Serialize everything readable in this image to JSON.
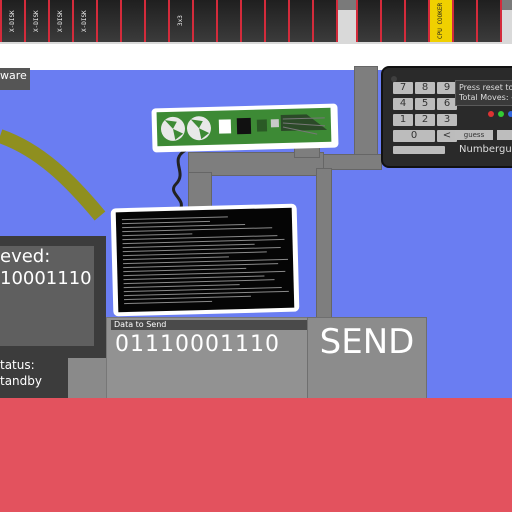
{
  "hardware_label": "ware",
  "shelf_cartridges": [
    "X-DISK",
    "X-DISK",
    "X-DISK",
    "X-DISK",
    "",
    "",
    "",
    "3x3",
    "",
    "",
    "",
    "",
    "",
    "",
    "",
    "",
    "",
    "CPU COOKER",
    "",
    ""
  ],
  "received": {
    "title": "eved:",
    "value": "10001110"
  },
  "status": {
    "title": "tatus:",
    "value": "tandby"
  },
  "send": {
    "label": "Data to Send",
    "value": "01110001110",
    "button_label": "SEND"
  },
  "keypad": {
    "keys": [
      "7",
      "8",
      "9",
      "4",
      "5",
      "6",
      "1",
      "2",
      "3",
      "0",
      "<"
    ],
    "screen_line1": "Press reset to b",
    "screen_line2": "Total Moves: -",
    "guess_label": "guess",
    "name": "Numbergue"
  },
  "colors": {
    "sky": "#6a7df2",
    "floor": "#e3525e",
    "cartridge_stripe": "#d32b3b",
    "board_green": "#3d8a35"
  }
}
